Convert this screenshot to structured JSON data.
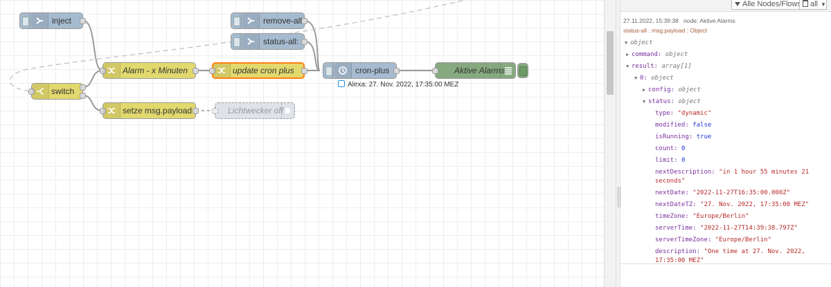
{
  "nodes": {
    "inject": "inject",
    "remove_all": "remove-all:",
    "status_all": "status-all:",
    "alarm": "Alarm - x Minuten",
    "update_cron": "update cron plus",
    "cron_plus": "cron-plus",
    "aktive_alarms": "Aktive Alarms",
    "switch": "switch",
    "setze": "setze msg.payload",
    "lichtwecker": "Lichtwecker off"
  },
  "cron_status": "Alexa: 27. Nov. 2022, 17:35:00 MEZ",
  "sidebar": {
    "filter_label": "Alle Nodes/Flows",
    "clear_label": "all",
    "timestamp": "27.11.2022, 15:39:38",
    "node_label": "node: Aktive Alarms",
    "topic": "status-all : msg.payload : Object",
    "tree": {
      "root": "object",
      "command_key": "command:",
      "command_val": "object",
      "result_key": "result:",
      "result_val": "array[1]",
      "item_key": "0:",
      "item_val": "object",
      "config_key": "config:",
      "config_val": "object",
      "status_key": "status:",
      "status_val": "object",
      "fields": [
        {
          "key": "type:",
          "val": "\"dynamic\"",
          "kind": "str"
        },
        {
          "key": "modified:",
          "val": "false",
          "kind": "bool"
        },
        {
          "key": "isRunning:",
          "val": "true",
          "kind": "bool"
        },
        {
          "key": "count:",
          "val": "0",
          "kind": "num"
        },
        {
          "key": "limit:",
          "val": "0",
          "kind": "num"
        },
        {
          "key": "nextDescription:",
          "val": "\"in 1 hour 55 minutes 21",
          "val2": "seconds\"",
          "kind": "str"
        },
        {
          "key": "nextDate:",
          "val": "\"2022-11-27T16:35:00.000Z\"",
          "kind": "str"
        },
        {
          "key": "nextDateTZ:",
          "val": "\"27. Nov. 2022, 17:35:00 MEZ\"",
          "kind": "str"
        },
        {
          "key": "timeZone:",
          "val": "\"Europe/Berlin\"",
          "kind": "str"
        },
        {
          "key": "serverTime:",
          "val": "\"2022-11-27T14:39:38.797Z\"",
          "kind": "str"
        },
        {
          "key": "serverTimeZone:",
          "val": "\"Europe/Berlin\"",
          "kind": "str"
        },
        {
          "key": "description:",
          "val": "\"One time at 27. Nov. 2022,",
          "val2": "17:35:00 MEZ\"",
          "kind": "str"
        }
      ]
    }
  },
  "colors": {
    "inject": "#a6bbcf",
    "change": "#e2d96e",
    "debug": "#87a980",
    "selected": "#ff7f0e",
    "status": "#1c93e3"
  }
}
